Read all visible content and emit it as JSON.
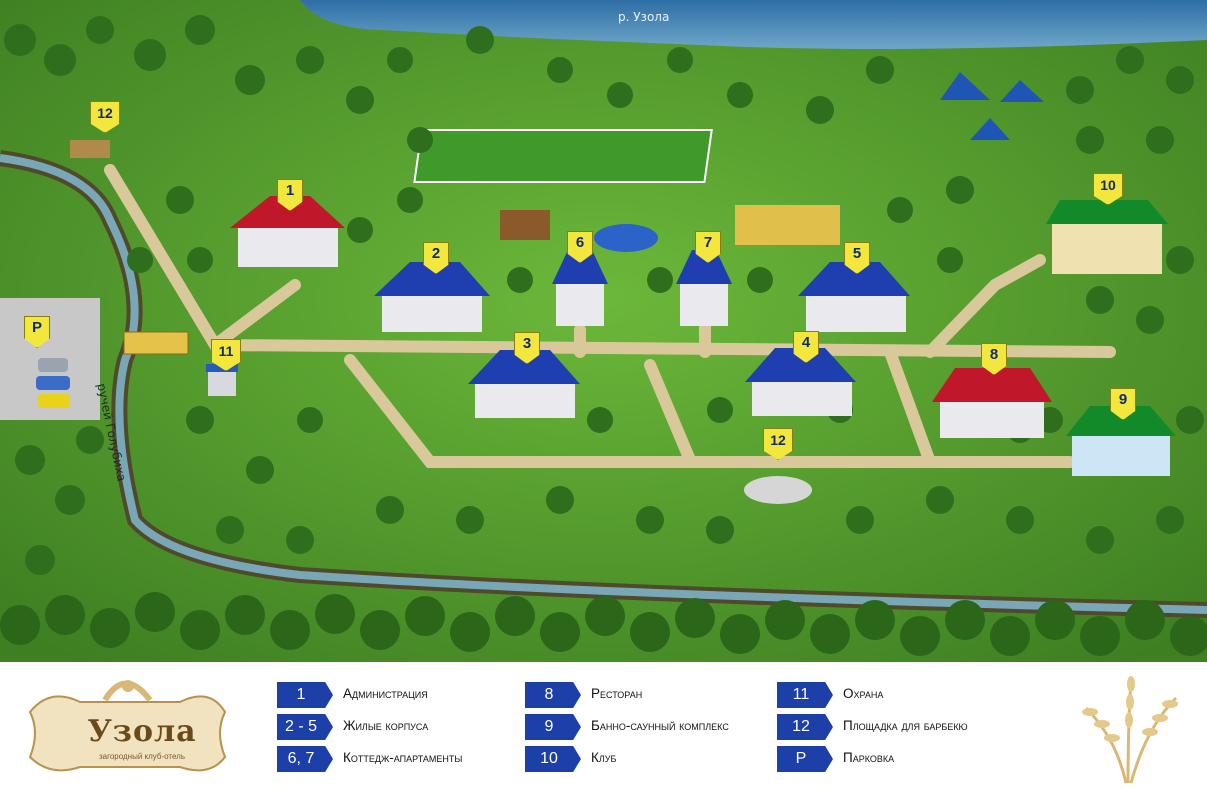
{
  "map": {
    "river_label": "р. Узола",
    "stream_label": "ручей Голубиха",
    "markers": [
      {
        "text": "1"
      },
      {
        "text": "2"
      },
      {
        "text": "3"
      },
      {
        "text": "4"
      },
      {
        "text": "5"
      },
      {
        "text": "6"
      },
      {
        "text": "7"
      },
      {
        "text": "8"
      },
      {
        "text": "9"
      },
      {
        "text": "10"
      },
      {
        "text": "11"
      },
      {
        "text": "12"
      },
      {
        "text": "12"
      },
      {
        "text": "P"
      }
    ]
  },
  "logo": {
    "title": "Узола",
    "subtitle": "загородный клуб-отель"
  },
  "legend": {
    "columns": [
      [
        {
          "badge": "1",
          "label": "Администрация"
        },
        {
          "badge": "2 - 5",
          "label": "Жилые корпуса"
        },
        {
          "badge": "6, 7",
          "label": "Коттедж-апартаменты"
        }
      ],
      [
        {
          "badge": "8",
          "label": "Ресторан"
        },
        {
          "badge": "9",
          "label": "Банно-саунный комплекс"
        },
        {
          "badge": "10",
          "label": "Клуб"
        }
      ],
      [
        {
          "badge": "11",
          "label": "Охрана"
        },
        {
          "badge": "12",
          "label": "Площадка для барбекю"
        },
        {
          "badge": "P",
          "label": "Парковка"
        }
      ]
    ]
  },
  "colors": {
    "grass": "#4f9a2c",
    "river": "#2a6fa8",
    "path": "#d9c99a",
    "roof_blue": "#1f3fb0",
    "roof_red": "#c0182a",
    "roof_green": "#138a2a",
    "marker_yellow": "#f3e63c",
    "legend_badge": "#1d3fa8"
  }
}
